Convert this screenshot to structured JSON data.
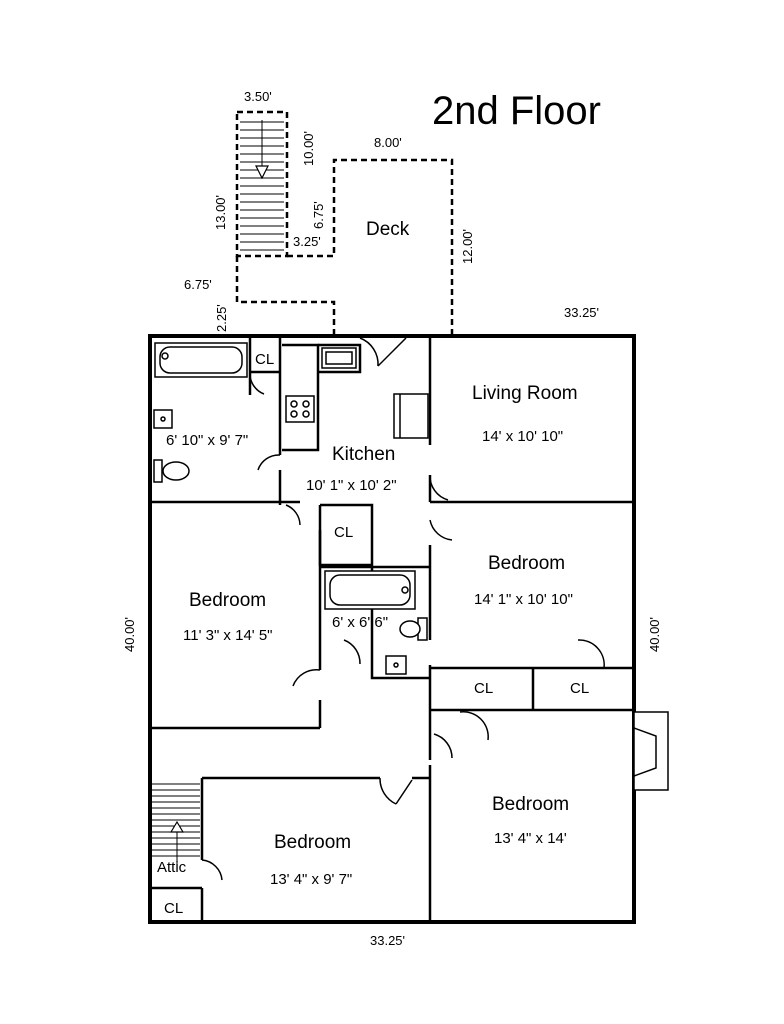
{
  "title": "2nd Floor",
  "dimensions": {
    "stair_width": "3.50'",
    "stair_upper": "10.00'",
    "stair_length": "13.00'",
    "deck_width": "8.00'",
    "deck_offset": "6.75'",
    "deck_step": "3.25'",
    "deck_depth": "12.00'",
    "setback_horizontal": "6.75'",
    "setback_vertical": "2.25'",
    "top_width": "33.25'",
    "bottom_width": "33.25'",
    "left_depth": "40.00'",
    "right_depth": "40.00'"
  },
  "rooms": {
    "deck": {
      "name": "Deck"
    },
    "bathroom_upper": {
      "size": "6' 10\" x 9' 7\""
    },
    "kitchen": {
      "name": "Kitchen",
      "size": "10' 1\" x 10' 2\""
    },
    "living_room": {
      "name": "Living Room",
      "size": "14' x 10' 10\""
    },
    "bedroom_left": {
      "name": "Bedroom",
      "size": "11' 3\" x 14' 5\""
    },
    "bedroom_right": {
      "name": "Bedroom",
      "size": "14' 1\" x 10' 10\""
    },
    "bathroom_middle": {
      "size": "6' x 6' 6\""
    },
    "bedroom_bottom_right": {
      "name": "Bedroom",
      "size": "13' 4\" x 14'"
    },
    "bedroom_bottom": {
      "name": "Bedroom",
      "size": "13' 4\" x 9' 7\""
    },
    "attic": {
      "name": "Attic"
    }
  },
  "closets": {
    "bath_closet": "CL",
    "kitchen_closet": "CL",
    "closet_mid_left": "CL",
    "closet_mid_right": "CL",
    "attic_closet": "CL"
  }
}
